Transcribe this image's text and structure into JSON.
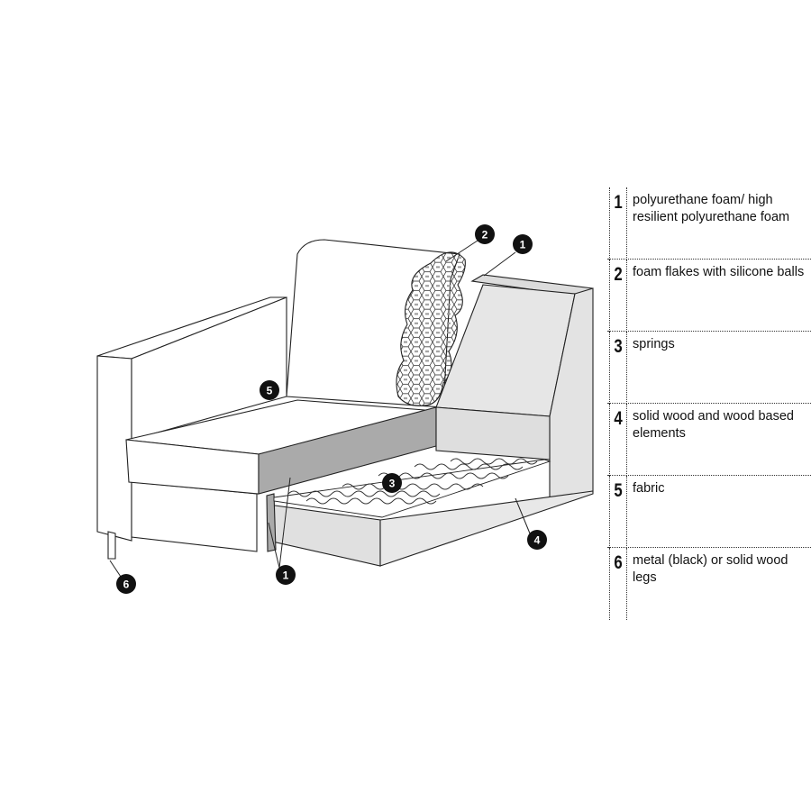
{
  "markers": [
    {
      "id": "marker-1-top",
      "num": "1"
    },
    {
      "id": "marker-2",
      "num": "2"
    },
    {
      "id": "marker-5",
      "num": "5"
    },
    {
      "id": "marker-3",
      "num": "3"
    },
    {
      "id": "marker-4",
      "num": "4"
    },
    {
      "id": "marker-1-bottom",
      "num": "1"
    },
    {
      "id": "marker-6",
      "num": "6"
    }
  ],
  "legend": [
    {
      "num": "1",
      "text": "polyurethane foam/ high resilient polyurethane foam"
    },
    {
      "num": "2",
      "text": "foam flakes with silicone balls"
    },
    {
      "num": "3",
      "text": "springs"
    },
    {
      "num": "4",
      "text": "solid wood and wood based elements"
    },
    {
      "num": "5",
      "text": "fabric"
    },
    {
      "num": "6",
      "text": "metal (black) or solid wood legs"
    }
  ]
}
